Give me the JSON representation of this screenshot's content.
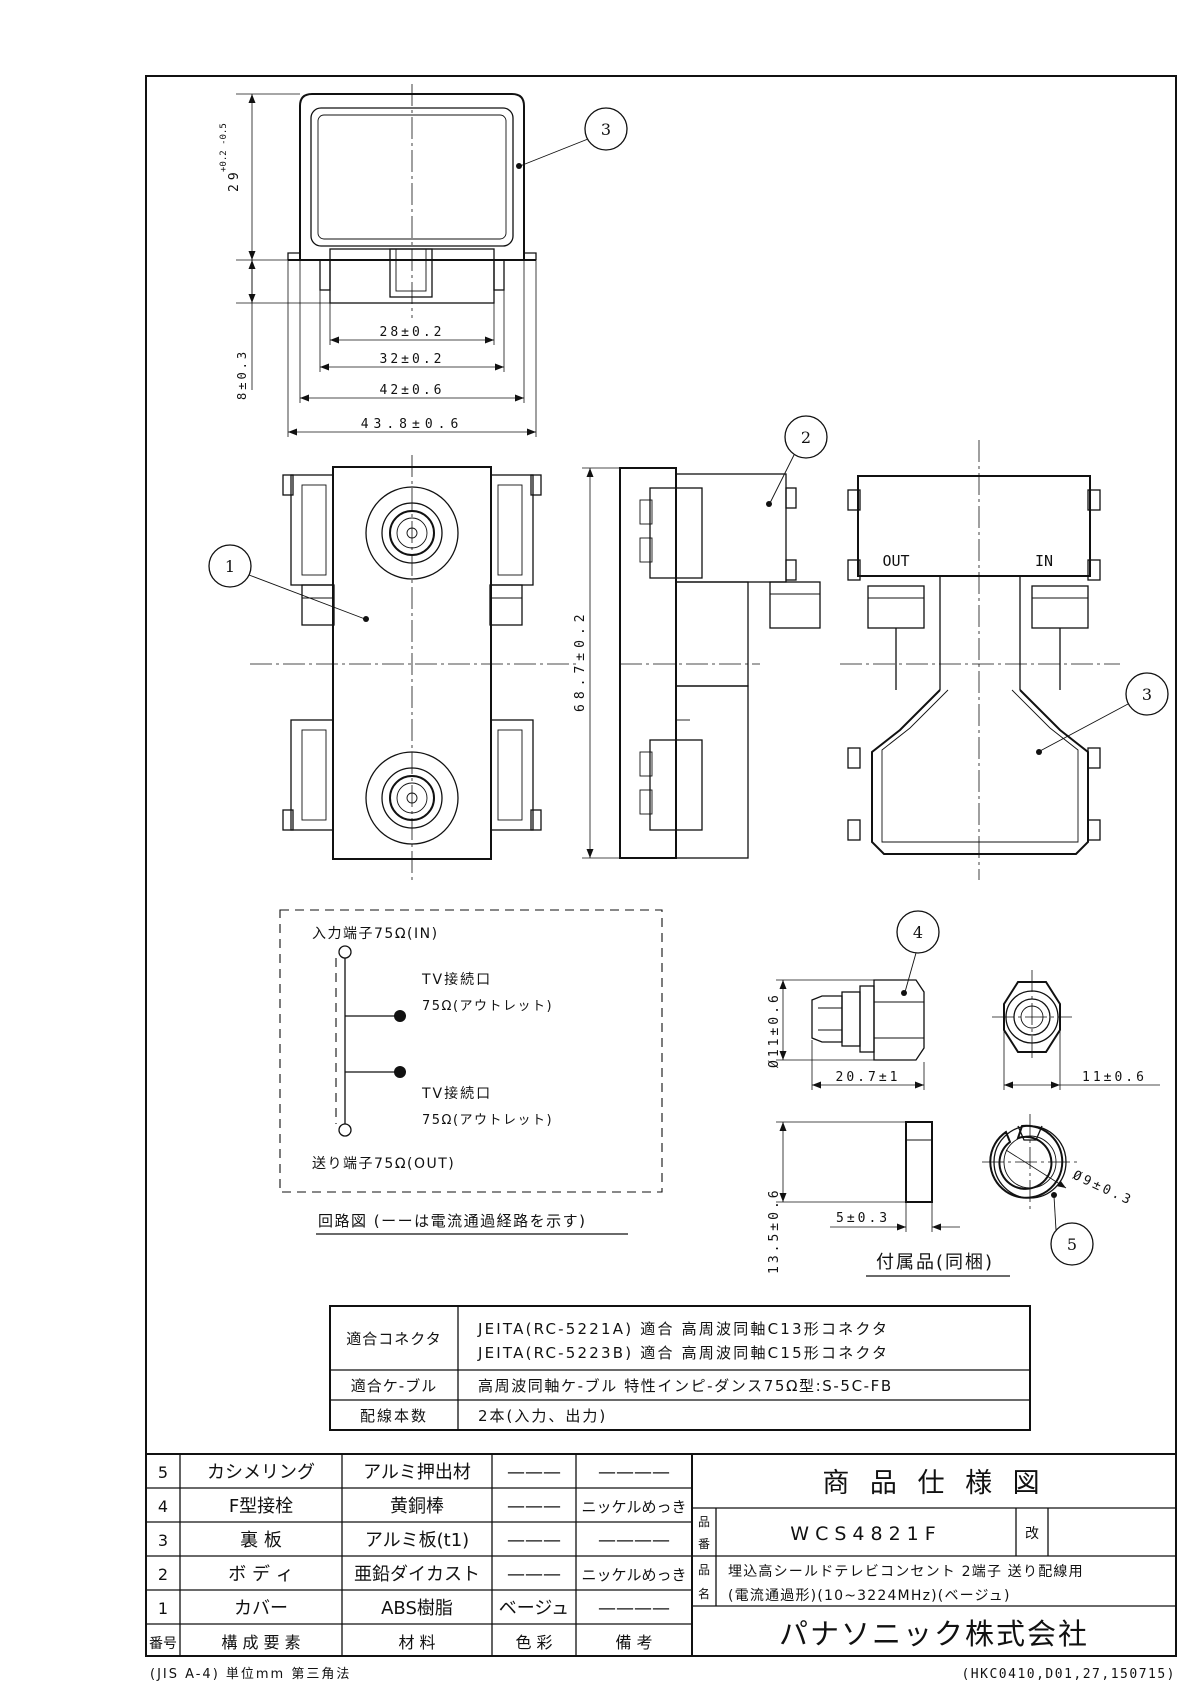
{
  "dimensions": {
    "top_height": "29",
    "top_height_tol": "+0.2 -0.5",
    "lower_height": "8±0.3",
    "w1": "28±0.2",
    "w2": "32±0.2",
    "w3": "42±0.6",
    "w4": "43.8±0.6",
    "side_height": "68.7±0.2",
    "fitting_dia": "Ø11±0.6",
    "fitting_len": "20.7±1",
    "fitting_hex": "11±0.6",
    "ring_height": "13.5±0.6",
    "ring_width": "5±0.3",
    "ring_dia": "Ø9±0.3"
  },
  "balloons": {
    "b3_top": "3",
    "b2": "2",
    "b1": "1",
    "b3_back": "3",
    "b4": "4",
    "b5": "5"
  },
  "back_view": {
    "out_label": "OUT",
    "in_label": "IN"
  },
  "circuit": {
    "input": "入力端子75Ω(IN)",
    "tv1_label": "TV接続口",
    "tv1_imp": "75Ω(アウトレット)",
    "tv2_label": "TV接続口",
    "tv2_imp": "75Ω(アウトレット)",
    "output": "送り端子75Ω(OUT)",
    "caption": "回路図 (ーーは電流通過経路を示す)"
  },
  "accessories_caption": "付属品(同梱)",
  "spec_table": {
    "rows": [
      {
        "label": "適合コネクタ",
        "line1": "JEITA(RC-5221A) 適合 高周波同軸C13形コネクタ",
        "line2": "JEITA(RC-5223B) 適合 高周波同軸C15形コネクタ"
      },
      {
        "label": "適合ケ-ブル",
        "line1": "高周波同軸ケ-ブル 特性インピ-ダンス75Ω型:S-5C-FB",
        "line2": ""
      },
      {
        "label": "配線本数",
        "line1": "2本(入力、出力)",
        "line2": ""
      }
    ]
  },
  "parts_table": {
    "rows": [
      {
        "no": "5",
        "name": "カシメリング",
        "material": "アルミ押出材",
        "color": "———",
        "note": "————"
      },
      {
        "no": "4",
        "name": "F型接栓",
        "material": "黄銅棒",
        "color": "———",
        "note": "ニッケルめっき"
      },
      {
        "no": "3",
        "name": "裏 板",
        "material": "アルミ板(t1)",
        "color": "———",
        "note": "————"
      },
      {
        "no": "2",
        "name": "ボ デ ィ",
        "material": "亜鉛ダイカスト",
        "color": "———",
        "note": "ニッケルめっき"
      },
      {
        "no": "1",
        "name": "カバー",
        "material": "ABS樹脂",
        "color": "ベージュ",
        "note": "————"
      }
    ],
    "header": {
      "no": "番号",
      "name": "構 成 要 素",
      "material": "材 料",
      "color": "色 彩",
      "note": "備 考"
    }
  },
  "title_block": {
    "title": "商 品 仕 様 図",
    "part_no_label": "品番",
    "part_no": "WCS4821F",
    "rev_label": "改",
    "name_label": "品名",
    "name_line1": "埋込高シールドテレビコンセント 2端子 送り配線用",
    "name_line2": "(電流通過形)(10~3224MHz)(ベージュ)",
    "company": "パナソニック株式会社"
  },
  "footer": {
    "left": "(JIS A-4) 単位mm 第三角法",
    "right": "(HKC0410,D01,27,150715)"
  }
}
